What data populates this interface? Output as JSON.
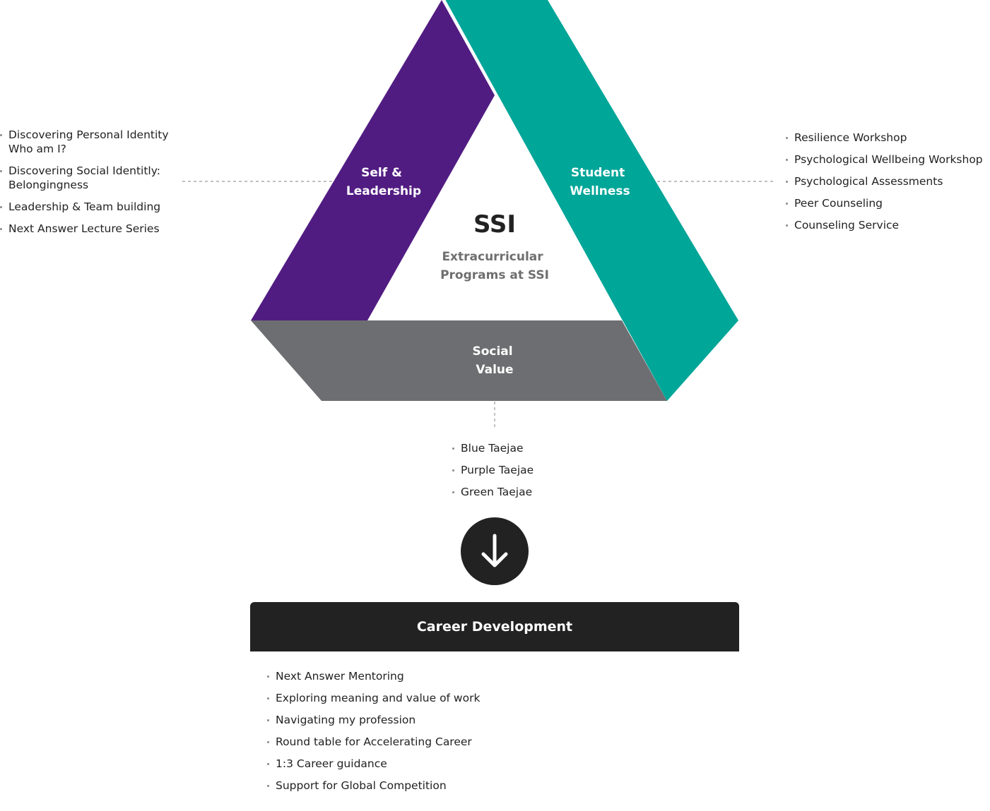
{
  "colors": {
    "self_leadership": "#511c82",
    "student_wellness": "#00a698",
    "social_value": "#6d6e71",
    "dark": "#222222",
    "connector": "#999999"
  },
  "diagram": {
    "segments": {
      "self_leadership": [
        "Self &",
        "Leadership"
      ],
      "student_wellness": [
        "Student",
        "Wellness"
      ],
      "social_value": [
        "Social",
        "Value"
      ]
    },
    "center": {
      "title": "SSI",
      "subtitle": [
        "Extracurricular",
        "Programs at SSI"
      ]
    }
  },
  "lists": {
    "self_leadership": [
      [
        "Discovering Personal Identity",
        "Who am I?"
      ],
      [
        "Discovering Social Identitly:",
        "Belongingness"
      ],
      [
        "Leadership & Team building"
      ],
      [
        "Next Answer Lecture Series"
      ]
    ],
    "student_wellness": [
      [
        "Resilience Workshop"
      ],
      [
        "Psychological Wellbeing Workshop"
      ],
      [
        "Psychological Assessments"
      ],
      [
        "Peer Counseling"
      ],
      [
        "Counseling Service"
      ]
    ],
    "social_value": [
      [
        "Blue Taejae"
      ],
      [
        "Purple Taejae"
      ],
      [
        "Green Taejae"
      ]
    ]
  },
  "arrow": {
    "icon": "arrow-down-icon"
  },
  "career": {
    "title": "Career Development",
    "items": [
      [
        "Next Answer Mentoring"
      ],
      [
        "Exploring meaning and value of work"
      ],
      [
        "Navigating my profession"
      ],
      [
        "Round table for Accelerating Career"
      ],
      [
        "1:3 Career guidance"
      ],
      [
        "Support for Global Competition"
      ]
    ]
  }
}
